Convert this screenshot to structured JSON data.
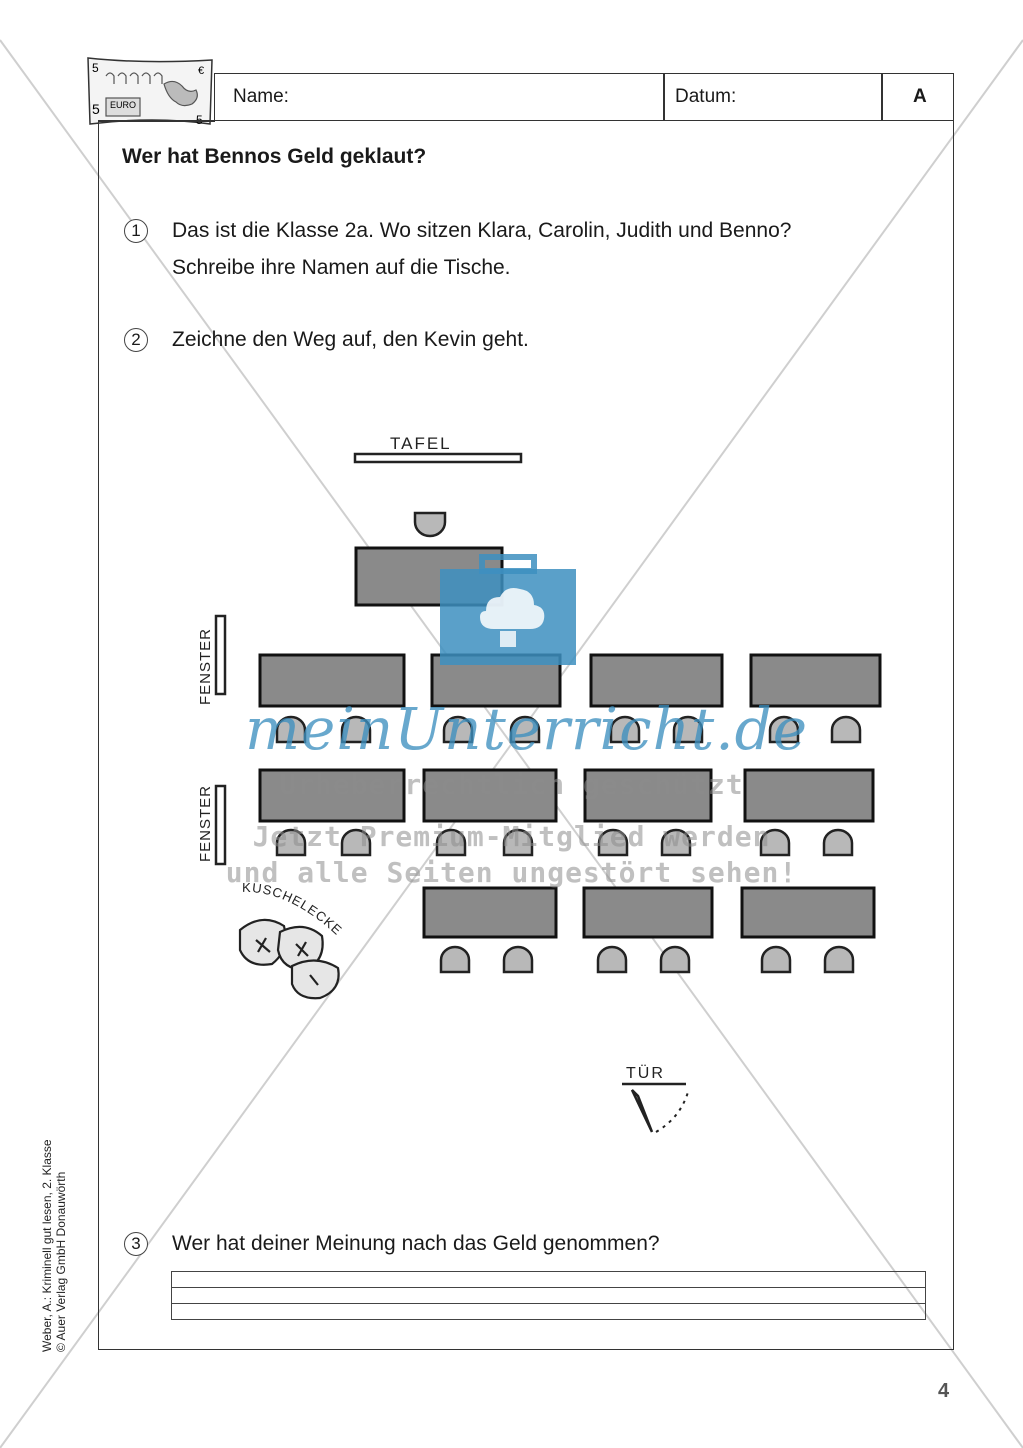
{
  "header": {
    "name_label": "Name:",
    "date_label": "Datum:",
    "version_label": "A"
  },
  "title": "Wer hat Bennos Geld geklaut?",
  "tasks": [
    {
      "number": "1",
      "line1": "Das ist die Klasse 2a. Wo sitzen Klara, Carolin, Judith und Benno?",
      "line2": "Schreibe ihre Namen auf die Tische."
    },
    {
      "number": "2",
      "line1": "Zeichne den Weg auf, den Kevin geht."
    },
    {
      "number": "3",
      "line1": "Wer hat deiner Meinung nach das Geld genommen?"
    }
  ],
  "classroom": {
    "board_label": "TAFEL",
    "window_label": "FENSTER",
    "corner_label": "KUSCHELECKE",
    "door_label": "TÜR"
  },
  "banknote": {
    "value": "5",
    "currency": "EURO",
    "symbol": "€"
  },
  "watermark": {
    "logo": "meinUnterricht.de",
    "line1": "Urheberrechtlich geschützt",
    "line2": "Jetzt Premium-Mitglied werden",
    "line3": "und alle Seiten ungestört sehen!"
  },
  "footer": {
    "credit_line1": "Weber, A.: Kriminell gut lesen, 2. Klasse",
    "credit_line2": "© Auer Verlag GmbH Donauwörth",
    "page_number": "4"
  },
  "colors": {
    "watermark_blue": "#3d8fbf",
    "desk_gray": "#8a8a8a"
  }
}
